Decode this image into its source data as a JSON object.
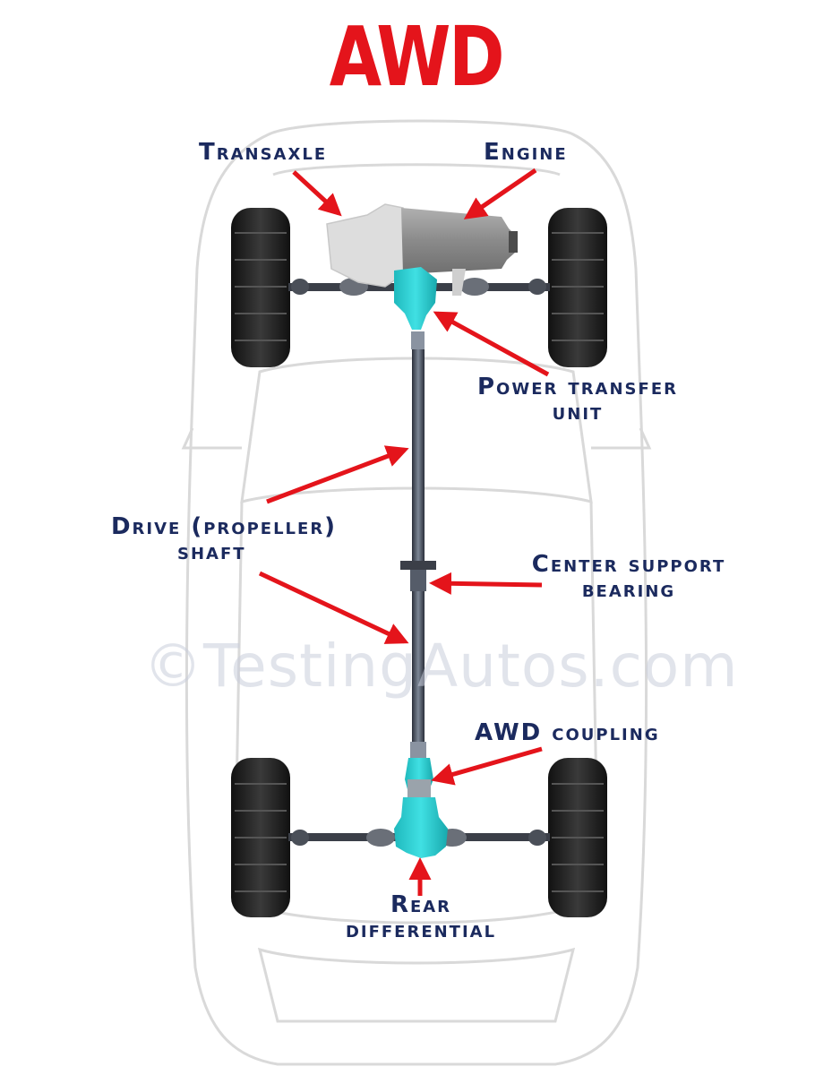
{
  "title": "AWD",
  "watermark": "©TestingAutos.com",
  "labels": {
    "transaxle": "Transaxle",
    "engine": "Engine",
    "power_transfer_line1": "Power transfer",
    "power_transfer_line2": "unit",
    "drive_shaft_line1": "Drive (propeller)",
    "drive_shaft_line2": "shaft",
    "center_support_line1": "Center support",
    "center_support_line2": "bearing",
    "awd_coupling": "AWD coupling",
    "rear_diff_line1": "Rear",
    "rear_diff_line2": "differential"
  },
  "colors": {
    "title": "#e4141b",
    "label": "#1b2a5e",
    "arrow": "#e4141b",
    "component_highlight": "#2ed3d6",
    "engine_block": "#8f8f8f",
    "transaxle": "#dcdcdc"
  }
}
